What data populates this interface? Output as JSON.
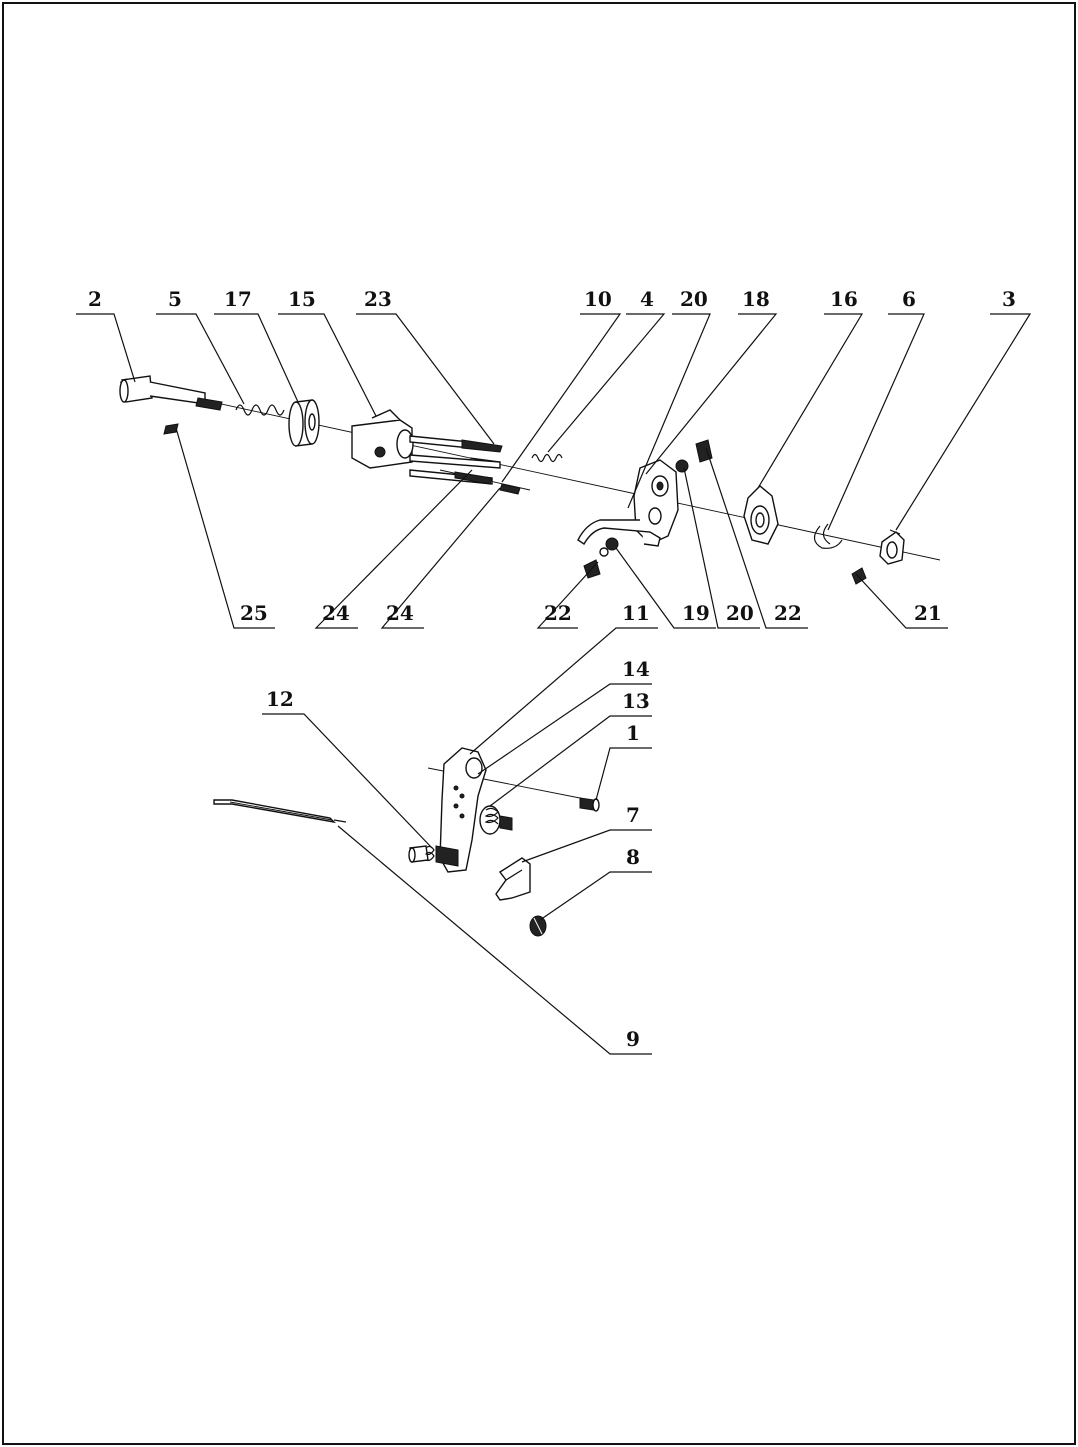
{
  "callouts": {
    "c2": "2",
    "c5": "5",
    "c17": "17",
    "c15": "15",
    "c23": "23",
    "c10": "10",
    "c4": "4",
    "c20a": "20",
    "c18": "18",
    "c16": "16",
    "c6": "6",
    "c3": "3",
    "c25": "25",
    "c24a": "24",
    "c24b": "24",
    "c22a": "22",
    "c11": "11",
    "c19": "19",
    "c20b": "20",
    "c22b": "22",
    "c21": "21",
    "c14": "14",
    "c13": "13",
    "c1": "1",
    "c12": "12",
    "c7": "7",
    "c8": "8",
    "c9": "9"
  }
}
